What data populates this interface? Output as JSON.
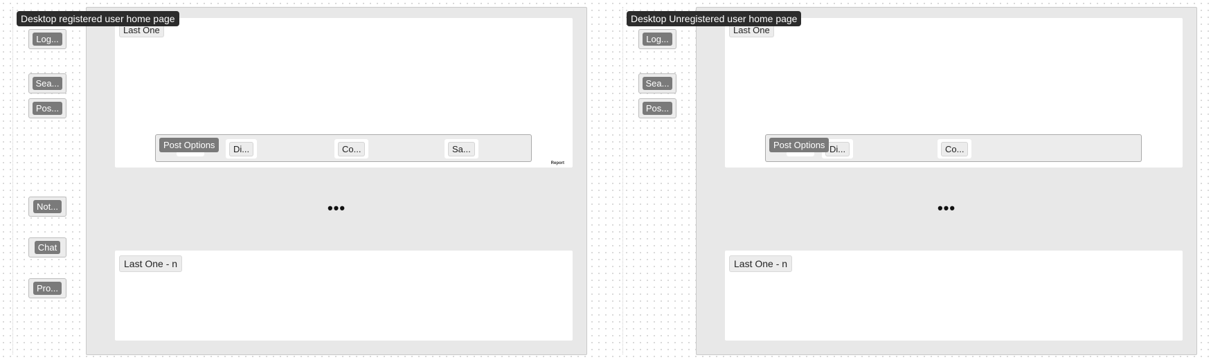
{
  "registered": {
    "title": "Desktop registered user home page",
    "sidebar": [
      "Log...",
      "Sea...",
      "Pos...",
      "Not...",
      "Chat",
      "Pro..."
    ],
    "top_post_label": "Last One",
    "options_label": "Post Options",
    "options": [
      "Di...",
      "Co...",
      "Sa..."
    ],
    "report": "Report",
    "ellipsis": "•••",
    "bottom_post_label": "Last One - n"
  },
  "unregistered": {
    "title": "Desktop Unregistered user home page",
    "sidebar": [
      "Log...",
      "Sea...",
      "Pos..."
    ],
    "top_post_label": "Last One",
    "options_label": "Post Options",
    "options": [
      "Di...",
      "Co..."
    ],
    "ellipsis": "•••",
    "bottom_post_label": "Last One - n"
  }
}
